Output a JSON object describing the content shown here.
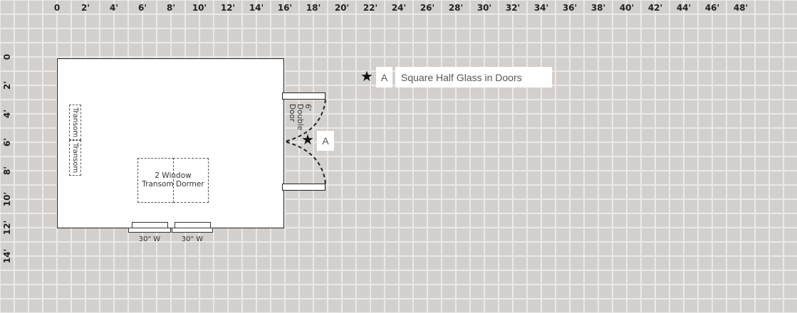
{
  "ruler": {
    "x_labels": [
      "0",
      "2'",
      "4'",
      "6'",
      "8'",
      "10'",
      "12'",
      "14'",
      "16'",
      "18'",
      "20'",
      "22'",
      "24'",
      "26'",
      "28'",
      "30'",
      "32'",
      "34'",
      "36'",
      "38'",
      "40'",
      "42'",
      "44'",
      "46'",
      "48'"
    ],
    "y_labels": [
      "0",
      "2'",
      "4'",
      "6'",
      "8'",
      "10'",
      "12'",
      "14'"
    ]
  },
  "plan": {
    "transom_left": [
      "Transom",
      "Transom"
    ],
    "dormer": {
      "line1": "2 Window",
      "line2": "Transom Dormer"
    },
    "windows": [
      "30\" W",
      "30\" W"
    ],
    "door": {
      "size": "6'",
      "line2": "Double",
      "line3": "Door",
      "tag": "A"
    }
  },
  "legend": {
    "items": [
      {
        "icon": "star-icon",
        "tag": "A",
        "label": "Square Half Glass in Doors"
      }
    ]
  }
}
